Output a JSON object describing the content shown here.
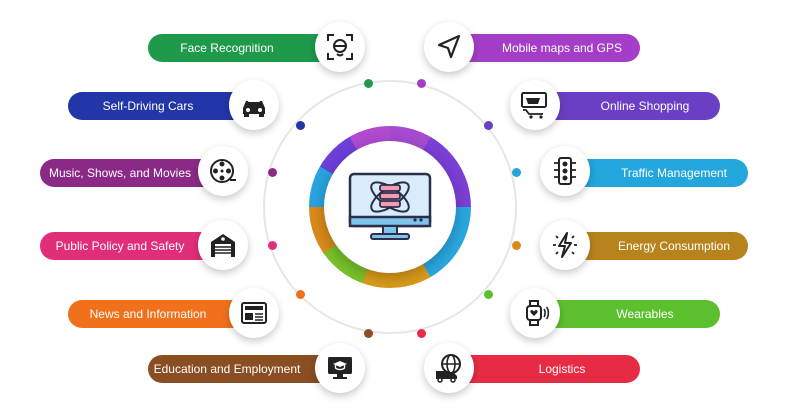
{
  "left_items": [
    {
      "label": "Face Recognition",
      "color": "#1f9a4c",
      "icon": "face-scan-icon",
      "dot": "#1f9a4c"
    },
    {
      "label": "Self-Driving Cars",
      "color": "#2336a8",
      "icon": "car-icon",
      "dot": "#2336a8"
    },
    {
      "label": "Music, Shows, and Movies",
      "color": "#8b2a86",
      "icon": "film-reel-icon",
      "dot": "#8b2a86"
    },
    {
      "label": "Public Policy and Safety",
      "color": "#e12e78",
      "icon": "garage-icon",
      "dot": "#e12e78"
    },
    {
      "label": "News and Information",
      "color": "#f0701c",
      "icon": "newspaper-icon",
      "dot": "#f0701c"
    },
    {
      "label": "Education and Employment",
      "color": "#8a4e22",
      "icon": "graduation-monitor-icon",
      "dot": "#8a4e22"
    }
  ],
  "right_items": [
    {
      "label": "Mobile maps and GPS",
      "color": "#a43ec8",
      "icon": "navigation-arrow-icon",
      "dot": "#a43ec8"
    },
    {
      "label": "Online Shopping",
      "color": "#6a3fc4",
      "icon": "shopping-cart-icon",
      "dot": "#6a3fc4"
    },
    {
      "label": "Traffic Management",
      "color": "#22a6dc",
      "icon": "traffic-light-icon",
      "dot": "#22a6dc"
    },
    {
      "label": "Energy Consumption",
      "color": "#b8831c",
      "icon": "lightning-icon",
      "dot": "#d98a1a"
    },
    {
      "label": "Wearables",
      "color": "#5cc02e",
      "icon": "smartwatch-icon",
      "dot": "#5cc02e"
    },
    {
      "label": "Logistics",
      "color": "#e82b45",
      "icon": "globe-truck-icon",
      "dot": "#e82b45"
    }
  ],
  "center": {
    "icon": "database-monitor-icon"
  }
}
